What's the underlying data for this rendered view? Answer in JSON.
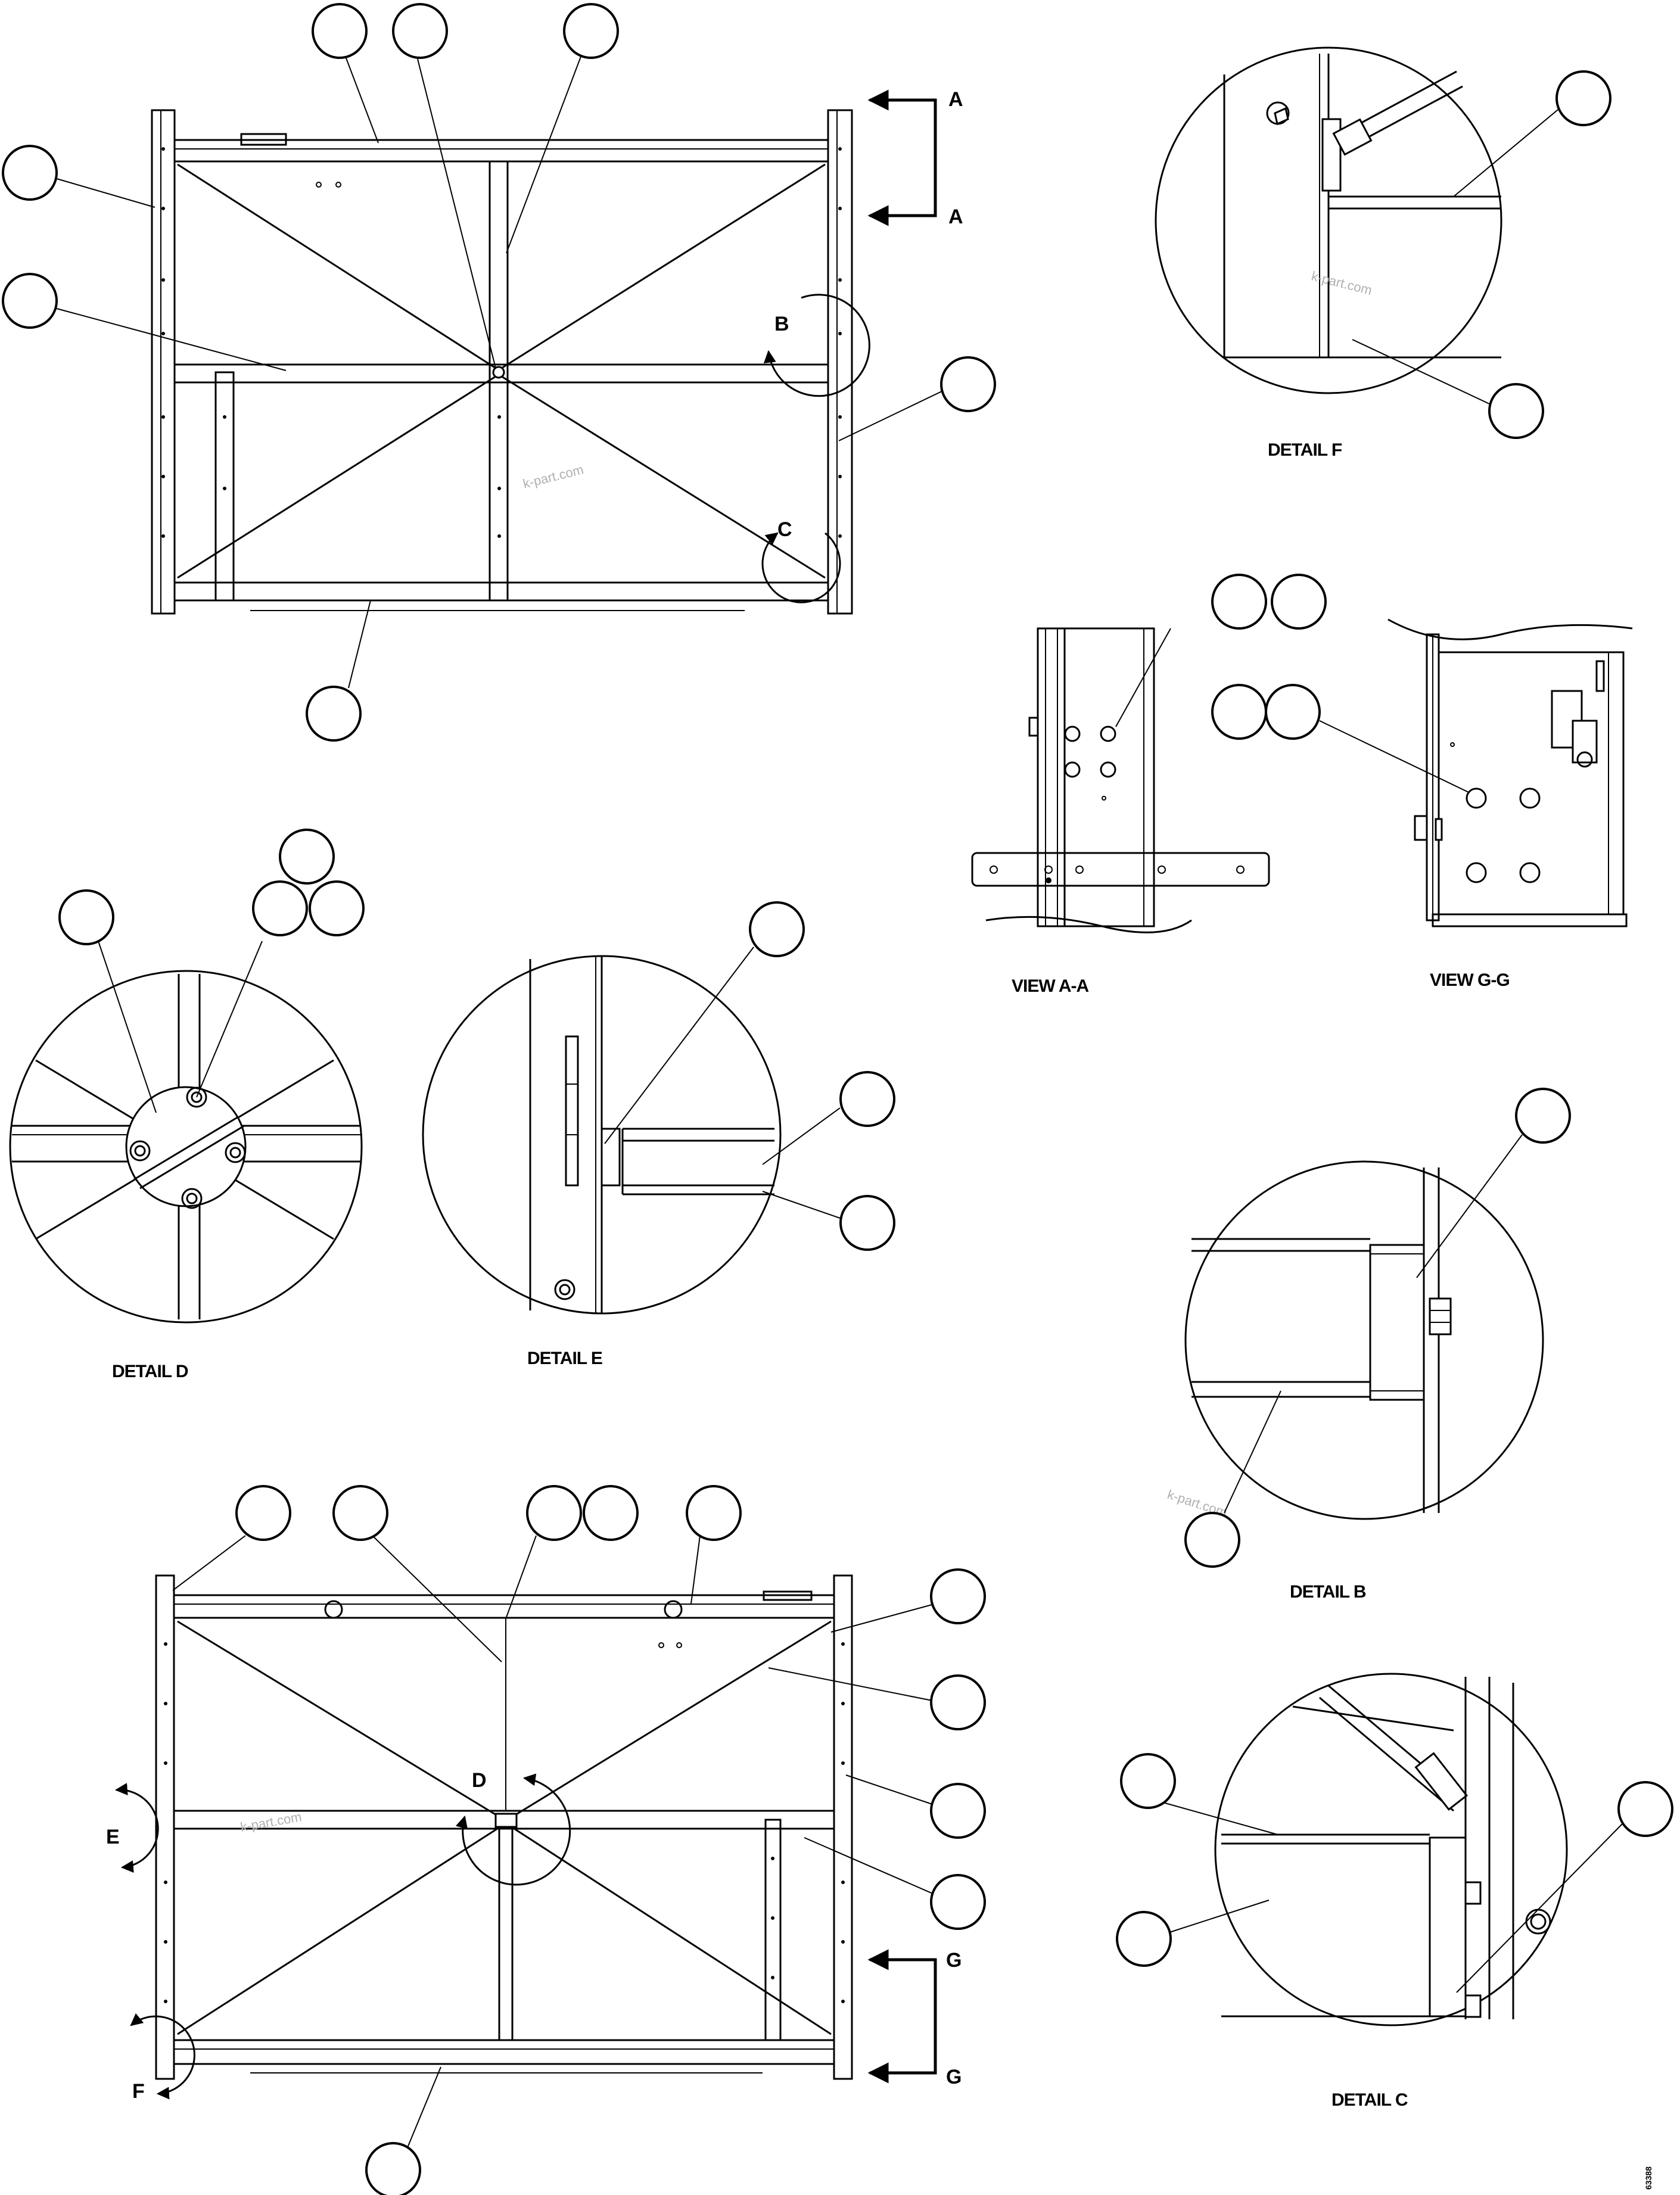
{
  "figure": {
    "drawing_id": "63388",
    "watermark": "k-part.com"
  },
  "section_markers": {
    "A": "A",
    "B": "B",
    "C": "C",
    "D": "D",
    "E": "E",
    "F": "F",
    "G": "G"
  },
  "captions": {
    "detail_b": "DETAIL B",
    "detail_c": "DETAIL C",
    "detail_d": "DETAIL D",
    "detail_e": "DETAIL E",
    "detail_f": "DETAIL F",
    "view_aa": "VIEW A-A",
    "view_gg": "VIEW G-G"
  }
}
